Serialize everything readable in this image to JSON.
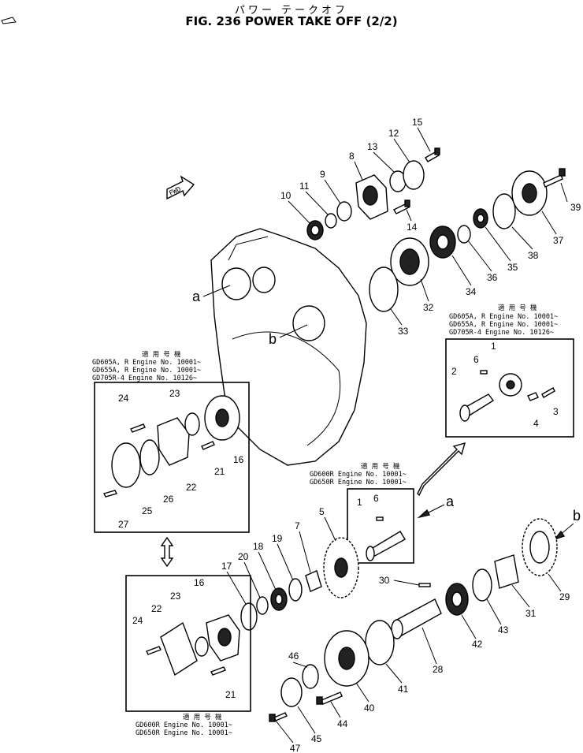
{
  "header": {
    "title_jp": "パワー テークオフ",
    "title_en": "FIG. 236  POWER TAKE OFF (2/2)"
  },
  "labels": {
    "fwd": "FWD",
    "a": "a",
    "b": "b"
  },
  "boxes": {
    "top_right": {
      "header": "適 用 号 機",
      "lines": [
        "GD605A, R  Engine  No.  10001~",
        "GD655A, R  Engine  No.  10001~",
        "GD705R-4  Engine  No.  10126~"
      ]
    },
    "left_mid": {
      "header": "適 用 号 機",
      "lines": [
        "GD605A, R  Engine  No.  10001~",
        "GD655A, R  Engine  No.  10001~",
        "GD705R-4  Engine  No.  10126~"
      ]
    },
    "center": {
      "header": "適 用 号 機",
      "lines": [
        "GD600R  Engine  No.  10001~",
        "GD650R  Engine  No.  10001~"
      ]
    },
    "bottom_left": {
      "header": "適 用 号 機",
      "lines": [
        "GD600R  Engine  No.  10001~",
        "GD650R  Engine  No.  10001~"
      ]
    }
  },
  "part_numbers": [
    "1",
    "2",
    "3",
    "4",
    "5",
    "6",
    "7",
    "8",
    "9",
    "10",
    "11",
    "12",
    "13",
    "14",
    "15",
    "16",
    "17",
    "18",
    "19",
    "20",
    "21",
    "22",
    "23",
    "24",
    "25",
    "26",
    "27",
    "28",
    "29",
    "30",
    "31",
    "32",
    "33",
    "34",
    "35",
    "36",
    "37",
    "38",
    "39",
    "40",
    "41",
    "42",
    "43",
    "44",
    "45",
    "46",
    "47"
  ]
}
